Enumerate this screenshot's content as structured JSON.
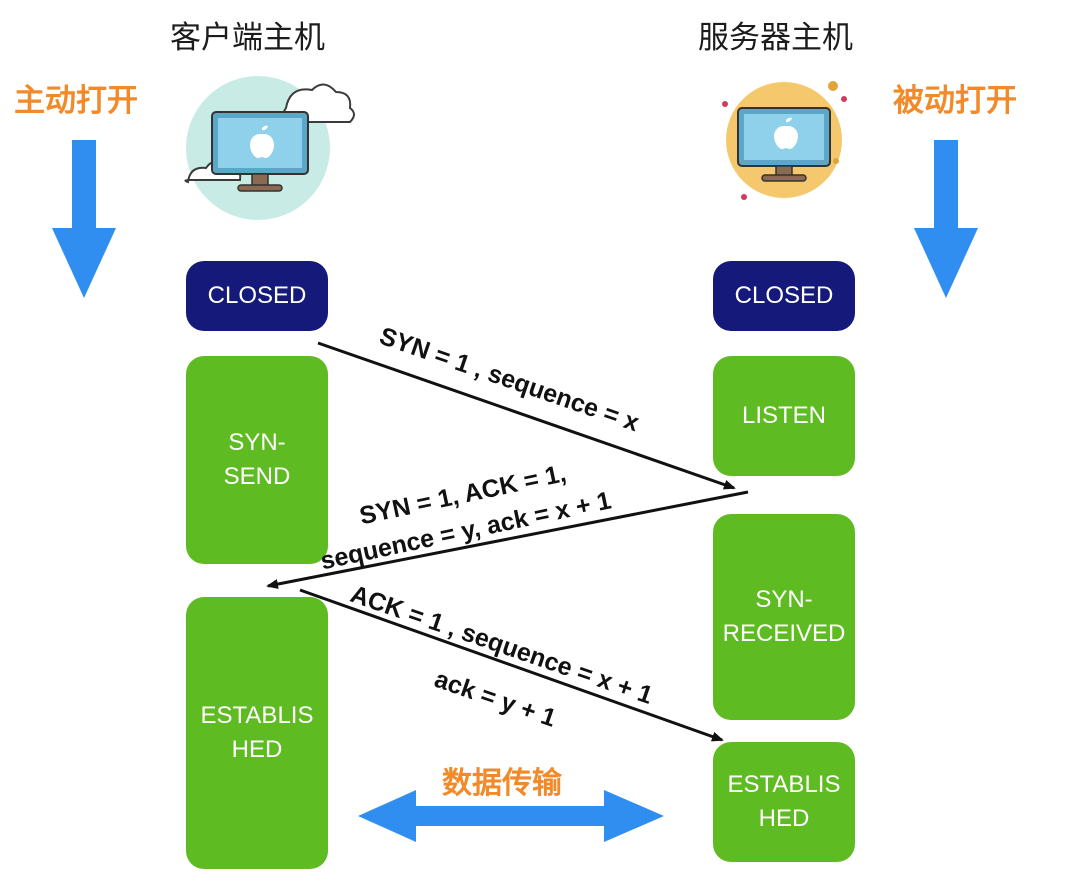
{
  "client": {
    "title": "客户端主机",
    "open_label": "主动打开",
    "icon": "computer-cloud-icon",
    "states": {
      "closed": "CLOSED",
      "syn_send": "SYN-\nSEND",
      "established": "ESTABLIS\nHED"
    }
  },
  "server": {
    "title": "服务器主机",
    "open_label": "被动打开",
    "icon": "computer-sun-icon",
    "states": {
      "closed": "CLOSED",
      "listen": "LISTEN",
      "syn_received": "SYN-\nRECEIVED",
      "established": "ESTABLIS\nHED"
    }
  },
  "messages": {
    "syn": "SYN = 1 , sequence = x",
    "syn_ack_line1": "SYN = 1, ACK = 1,",
    "syn_ack_line2": "sequence = y, ack = x + 1",
    "ack_line1": "ACK = 1 , sequence = x + 1",
    "ack_line2": "ack = y + 1"
  },
  "data_transfer": "数据传输",
  "colors": {
    "closed": "#151a7a",
    "state_green": "#5fbb22",
    "accent_orange": "#f28a2a",
    "arrow_blue": "#2f8ef0"
  }
}
